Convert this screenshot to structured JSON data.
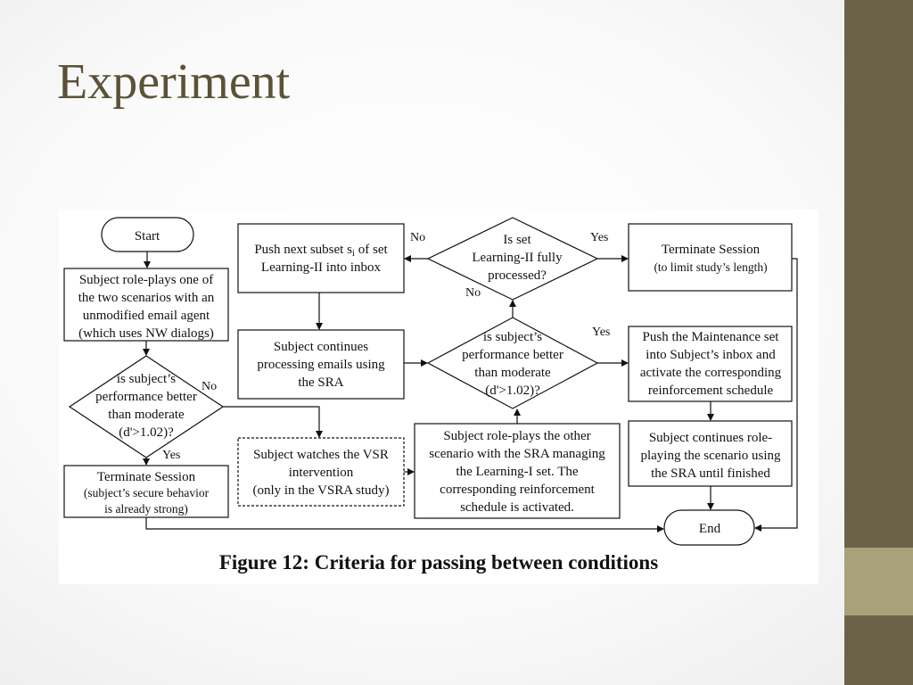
{
  "slide": {
    "title": "Experiment"
  },
  "figure": {
    "caption": "Figure 12: Criteria for passing between conditions",
    "nodes": {
      "start": [
        "Start"
      ],
      "roleplay_unmodified": [
        "Subject role-plays one of",
        "the two scenarios with an",
        "unmodified email agent",
        "(which uses NW dialogs)"
      ],
      "decision1": [
        "is subject’s",
        "performance better",
        "than moderate",
        "(d'>1.02)?"
      ],
      "terminate_strong": [
        "Terminate Session",
        "(subject’s secure behavior",
        "is already strong)"
      ],
      "watch_vsr": [
        "Subject watches the VSR",
        "intervention",
        "(only in the VSRA study)"
      ],
      "push_subset": [
        "Push next subset s",
        "i",
        " of set",
        "Learning-II into inbox"
      ],
      "continues_sra": [
        "Subject continues",
        "processing emails using",
        "the SRA"
      ],
      "decision_learning2": [
        "Is set",
        "Learning-II fully",
        "processed?"
      ],
      "terminate_length": [
        "Terminate Session",
        "(to limit study’s length)"
      ],
      "decision2": [
        "is subject’s",
        "performance better",
        "than moderate",
        "(d'>1.02)?"
      ],
      "roleplay_other": [
        "Subject role-plays the other",
        "scenario with the SRA managing",
        "the Learning-I set. The",
        "corresponding reinforcement",
        "schedule is activated."
      ],
      "push_maintenance": [
        "Push the Maintenance set",
        "into Subject’s inbox and",
        "activate the corresponding",
        "reinforcement schedule"
      ],
      "continue_roleplay": [
        "Subject continues role-",
        "playing the scenario using",
        "the SRA until finished"
      ],
      "end": [
        "End"
      ]
    },
    "edge_labels": {
      "no": "No",
      "yes": "Yes"
    }
  }
}
